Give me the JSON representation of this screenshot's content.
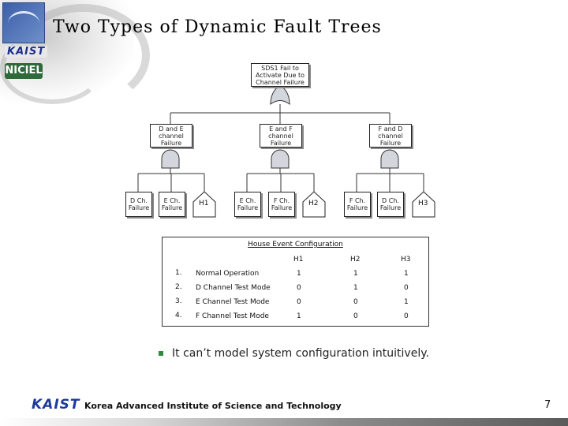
{
  "slide": {
    "title": "Two Types of Dynamic Fault Trees",
    "page_number": "7"
  },
  "logos": {
    "kaist_header": "KAIST",
    "niciel": "NICIEL",
    "kaist_footer": "KAIST"
  },
  "footer": {
    "institution": "Korea Advanced Institute of Science and Technology"
  },
  "fault_tree": {
    "top_event": "SDS1 Fail to Activate Due to Channel Failure",
    "intermediate_events": [
      "D and E channel Failure",
      "E and F channel Failure",
      "F and D channel Failure"
    ],
    "basic_events": [
      "D Ch. Failure",
      "E Ch. Failure",
      "H1",
      "E Ch. Failure",
      "F Ch. Failure",
      "H2",
      "F Ch. Failure",
      "D Ch. Failure",
      "H3"
    ]
  },
  "house_config": {
    "caption": "House Event Configuration",
    "headers": [
      "H1",
      "H2",
      "H3"
    ],
    "rows": [
      {
        "num": "1.",
        "label": "Normal Operation",
        "h1": "1",
        "h2": "1",
        "h3": "1"
      },
      {
        "num": "2.",
        "label": "D Channel Test Mode",
        "h1": "0",
        "h2": "1",
        "h3": "0"
      },
      {
        "num": "3.",
        "label": "E Channel Test Mode",
        "h1": "0",
        "h2": "0",
        "h3": "1"
      },
      {
        "num": "4.",
        "label": "F Channel Test Mode",
        "h1": "1",
        "h2": "0",
        "h3": "0"
      }
    ]
  },
  "bullet": {
    "text": "It can’t model system configuration intuitively."
  },
  "colors": {
    "bullet": "#2e8b3a",
    "kaist_blue": "#1d3a9c",
    "gate_fill": "#d4d6de"
  }
}
